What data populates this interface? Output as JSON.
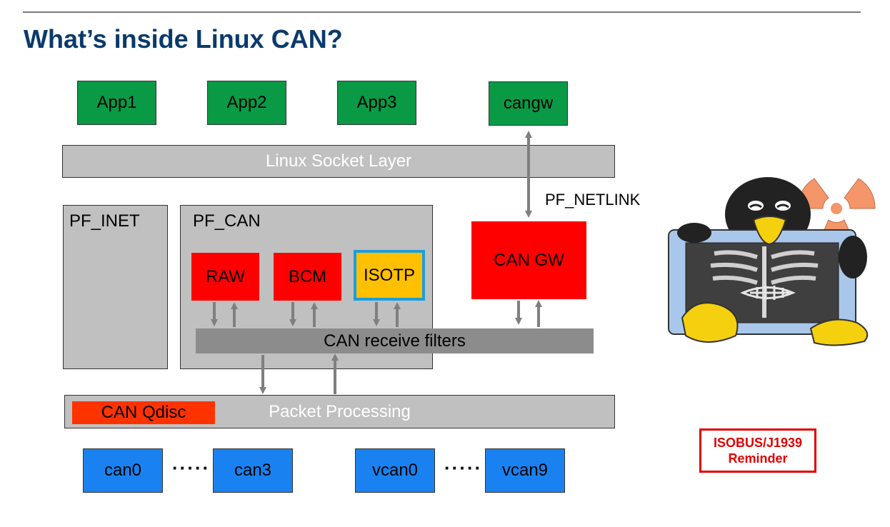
{
  "title": "What’s inside Linux CAN?",
  "apps": [
    "App1",
    "App2",
    "App3"
  ],
  "cangw": "cangw",
  "socket_layer": "Linux Socket Layer",
  "pf_netlink": "PF_NETLINK",
  "pf_inet": "PF_INET",
  "pf_can": "PF_CAN",
  "protocols": [
    "RAW",
    "BCM",
    "ISOTP"
  ],
  "can_gw": "CAN GW",
  "receive_filters": "CAN receive filters",
  "can_qdisc": "CAN Qdisc",
  "packet_processing": "Packet Processing",
  "interfaces": [
    "can0",
    "can3",
    "vcan0",
    "vcan9"
  ],
  "ellipsis": "·····",
  "reminder": [
    "ISOBUS/J1939",
    "Reminder"
  ],
  "colors": {
    "title": "#0a3a6b",
    "app": "#0a9a45",
    "layer": "#c0c0c0",
    "protocol": "#ff0000",
    "isotp": "#ffc000",
    "isotp_border": "#1c9ddb",
    "interface": "#1a82f0",
    "qdisc": "#ff3300",
    "filters": "#8c8c8c",
    "reminder": "#e00000"
  },
  "icons": [
    "linux-penguin-xray-icon",
    "radiation-icon"
  ]
}
